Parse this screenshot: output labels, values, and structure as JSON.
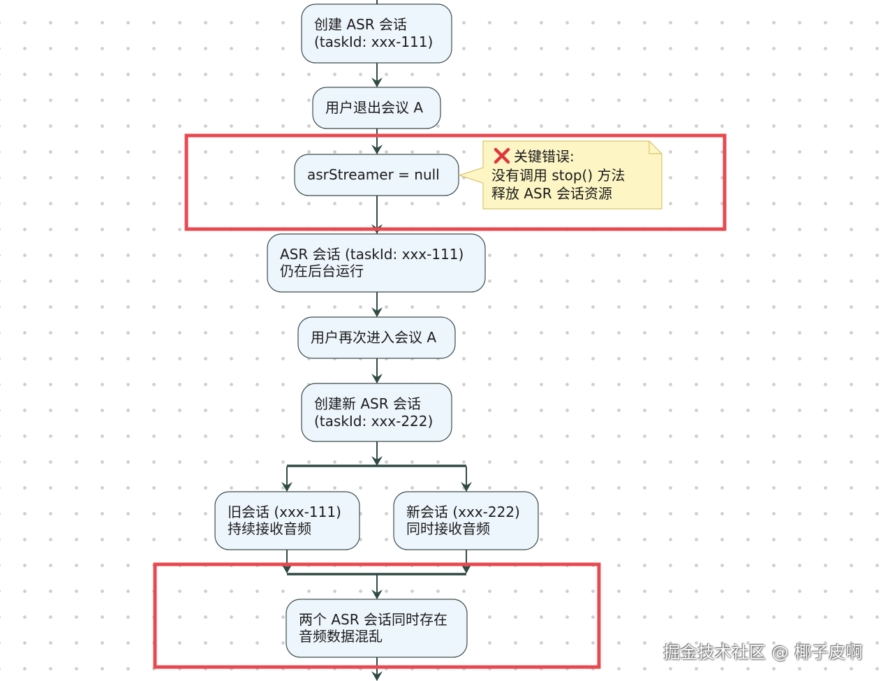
{
  "nodes": {
    "create_asr_111": {
      "line1": "创建 ASR 会话",
      "line2": "(taskId: xxx-111)"
    },
    "user_exit": {
      "line1": "用户退出会议 A"
    },
    "streamer_null": {
      "line1": "asrStreamer = null"
    },
    "asr_still_running": {
      "line1": "ASR 会话 (taskId: xxx-111)",
      "line2": "仍在后台运行"
    },
    "user_reenter": {
      "line1": "用户再次进入会议 A"
    },
    "create_asr_222": {
      "line1": "创建新 ASR 会话",
      "line2": "(taskId: xxx-222)"
    },
    "old_session": {
      "line1": "旧会话 (xxx-111)",
      "line2": "持续接收音频"
    },
    "new_session": {
      "line1": "新会话 (xxx-222)",
      "line2": "同时接收音频"
    },
    "two_sessions": {
      "line1": "两个 ASR 会话同时存在",
      "line2": "音频数据混乱"
    }
  },
  "note": {
    "icon": "cross-mark-icon",
    "title": "关键错误:",
    "line1": "没有调用 stop() 方法",
    "line2": "释放 ASR 会话资源"
  },
  "watermark": "掘金技术社区 @ 椰子皮啊",
  "colors": {
    "node_fill": "#eef6fd",
    "edge": "#2f4a44",
    "highlight": "#e8494f",
    "note_fill": "#fdf6c4",
    "error_icon": "#e0353b"
  }
}
